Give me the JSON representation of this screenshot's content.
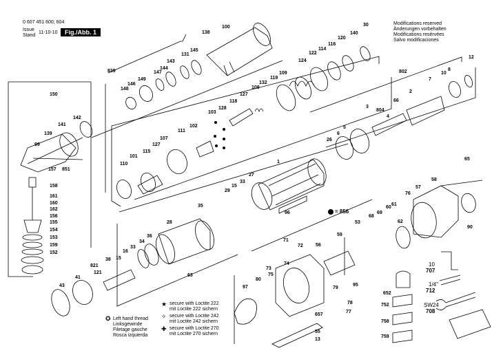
{
  "header": {
    "doc_number": "0 607 451 600; 604",
    "issue_label": "Issue",
    "stand_label": "Stand",
    "date": "11-10-10",
    "figure_label": "Fig./Abb. 1"
  },
  "modifications": [
    "Modifications reserved",
    "Änderungen vorbehalten",
    "Modifications resérvées",
    "Salvo modificaciones"
  ],
  "legend": {
    "star": [
      "secure with Loctite 222",
      "mit Loctite 222 sichern"
    ],
    "diamond": [
      "secure with Loctite 242",
      "mit Loctite 242 sichern"
    ],
    "cross": [
      "secure with Loctite 270",
      "mit Loctite 270 sichern"
    ],
    "left_thread": [
      "Left hand thread",
      "Linksgewinde",
      "Filetage gauche",
      "Rosca izquierda"
    ]
  },
  "tools": [
    {
      "part": "707",
      "size": "10"
    },
    {
      "part": "712",
      "size": "1/4\""
    },
    {
      "part": "708",
      "size": "SW24"
    }
  ],
  "kit_856": "= 856",
  "part_numbers": [
    "100",
    "30",
    "138",
    "140",
    "120",
    "116",
    "145",
    "114",
    "131",
    "144",
    "122",
    "124",
    "143",
    "839",
    "147",
    "149",
    "146",
    "148",
    "119",
    "109",
    "132",
    "108",
    "127",
    "128",
    "118",
    "103",
    "150",
    "142",
    "141",
    "139",
    "99",
    "157",
    "851",
    "158",
    "161",
    "160",
    "162",
    "156",
    "155",
    "154",
    "153",
    "159",
    "152",
    "101",
    "115",
    "127",
    "107",
    "111",
    "102",
    "110",
    "26",
    "6",
    "5",
    "802",
    "12",
    "8",
    "10",
    "7",
    "2",
    "804",
    "3",
    "66",
    "4",
    "1",
    "27",
    "15",
    "33",
    "29",
    "35",
    "96",
    "65",
    "61",
    "58",
    "57",
    "76",
    "62",
    "60",
    "69",
    "68",
    "53",
    "59",
    "90",
    "28",
    "36",
    "34",
    "33",
    "16",
    "15",
    "38",
    "63",
    "821",
    "121",
    "41",
    "43",
    "71",
    "72",
    "74",
    "73",
    "56",
    "80",
    "75",
    "97",
    "95",
    "79",
    "78",
    "77",
    "55",
    "13",
    "657",
    "652",
    "752",
    "758",
    "759"
  ]
}
